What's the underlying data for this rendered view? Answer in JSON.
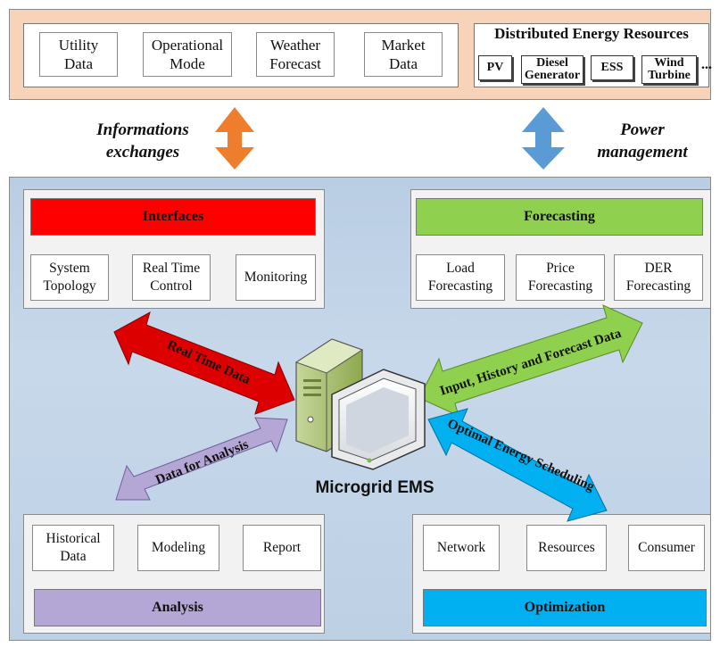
{
  "top": {
    "info_items": [
      "Utility\nData",
      "Operational\nMode",
      "Weather\nForecast",
      "Market\nData"
    ],
    "der_title": "Distributed Energy Resources",
    "der_items": [
      "PV",
      "Diesel\nGenerator",
      "ESS",
      "Wind\nTurbine"
    ],
    "der_more": "..."
  },
  "middle": {
    "left_label": "Informations\nexchanges",
    "right_label": "Power\nmanagement",
    "left_arrow_color": "#ef7d2e",
    "right_arrow_color": "#5b9bd5"
  },
  "interfaces": {
    "title": "Interfaces",
    "color": "#ff0000",
    "items": [
      "System\nTopology",
      "Real Time\nControl",
      "Monitoring"
    ]
  },
  "forecasting": {
    "title": "Forecasting",
    "color": "#8fd14f",
    "items": [
      "Load\nForecasting",
      "Price\nForecasting",
      "DER\nForecasting"
    ]
  },
  "analysis": {
    "title": "Analysis",
    "color": "#b4a7d6",
    "items": [
      "Historical\nData",
      "Modeling",
      "Report"
    ]
  },
  "optimization": {
    "title": "Optimization",
    "color": "#00b0f0",
    "items": [
      "Network",
      "Resources",
      "Consumer"
    ]
  },
  "center": {
    "label": "Microgrid EMS"
  },
  "arrows": {
    "real_time": "Real Time Data",
    "input_history": "Input, History and Forecast Data",
    "analysis": "Data for Analysis",
    "scheduling": "Optimal Energy Scheduling"
  }
}
